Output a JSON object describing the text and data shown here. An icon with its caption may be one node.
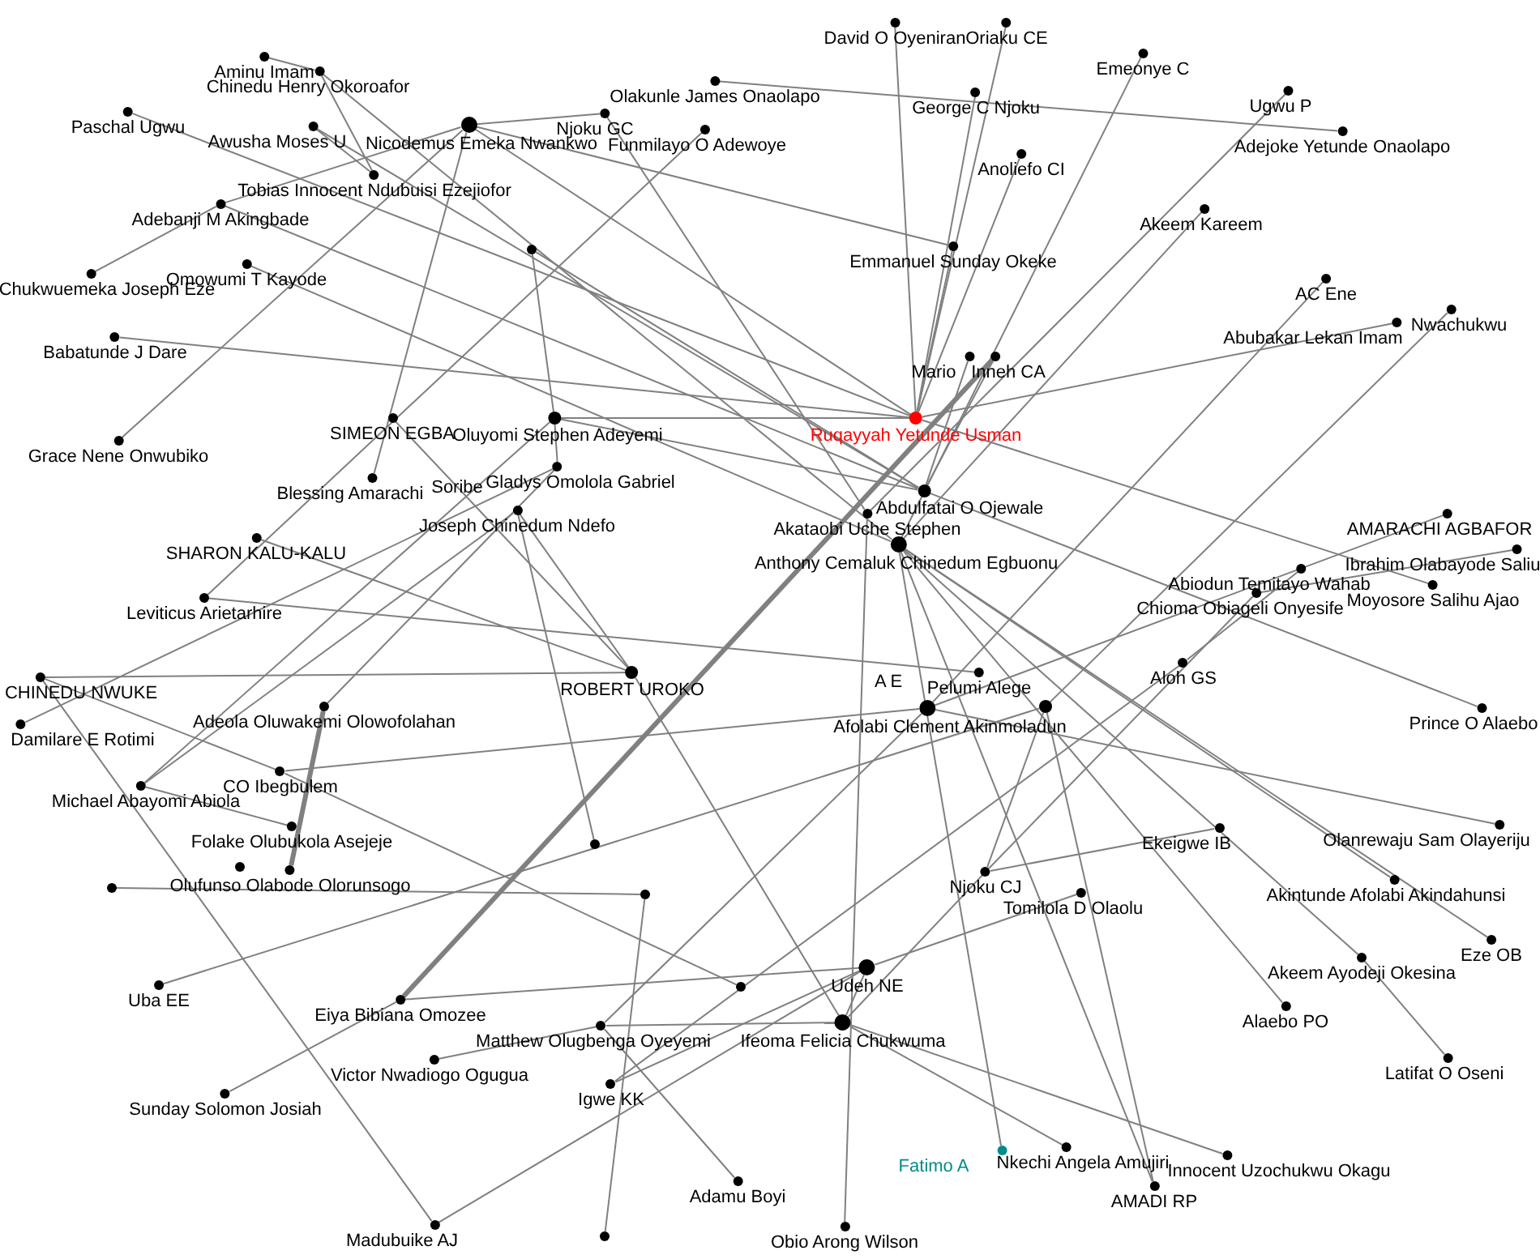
{
  "diagram": {
    "nodes": [
      {
        "text": [
          "Aminu Imam"
        ]
      },
      {
        "text": [
          "Chinedu Henry Okoroafor"
        ]
      },
      {
        "text": [
          "Paschal Ugwu"
        ]
      },
      {
        "text": [
          "Awusha Moses U"
        ]
      },
      {
        "text": [
          "Nicodemus Emeka Nwankwo"
        ]
      },
      {
        "text": [
          "Tobias Innocent Ndubuisi Ezejiofor"
        ]
      },
      {
        "text": [
          "Adebanji M Akingbade"
        ]
      },
      {
        "text": [
          "Chukwuemeka Joseph Eze"
        ]
      },
      {
        "text": [
          "Omowumi T Kayode"
        ]
      },
      {
        "text": [
          "Babatunde J Dare"
        ]
      },
      {
        "text": [
          "Grace Nene Onwubiko"
        ]
      },
      {
        "text": [
          "SIMEON EGBA"
        ]
      },
      {
        "text": [
          "Oluyomi Stephen Adeyemi"
        ]
      },
      {
        "text": [
          "Blessing Amarachi"
        ]
      },
      {
        "text": [
          "Soribe"
        ]
      },
      {
        "text": [
          "Gladys Omolola Gabriel"
        ]
      },
      {
        "text": [
          "Joseph Chinedum Ndefo"
        ]
      },
      {
        "text": [
          "SHARON KALU-KALU"
        ]
      },
      {
        "text": [
          "Leviticus Arietarhire"
        ]
      },
      {
        "text": [
          "CHINEDU NWUKE"
        ]
      },
      {
        "text": [
          "Damilare E Rotimi"
        ]
      },
      {
        "text": [
          "Adeola Oluwakemi Olowofolahan"
        ]
      },
      {
        "text": [
          "CO Ibegbulem"
        ]
      },
      {
        "text": [
          "Michael Abayomi Abiola"
        ]
      },
      {
        "text": [
          "Folake Olubukola Asejeje"
        ]
      },
      {
        "text": [],
        "shape": "circle"
      },
      {
        "text": [
          "Olufunso Olabode Olorunsogo"
        ]
      },
      {
        "text": [],
        "shape": "circle"
      },
      {
        "text": [
          "Uba EE"
        ]
      },
      {
        "text": [
          "Eiya Bibiana Omozee"
        ]
      },
      {
        "text": [
          "Sunday Solomon Josiah"
        ]
      },
      {
        "text": [
          "Victor Nwadiogo Ogugua"
        ]
      },
      {
        "text": [
          "Madubuike AJ"
        ]
      },
      {
        "text": [
          "Matthew Olugbenga Oyeyemi"
        ]
      },
      {
        "text": [
          "Igwe KK"
        ]
      },
      {
        "text": [
          "Adamu Boyi"
        ]
      },
      {
        "text": [],
        "shape": "circle"
      },
      {
        "text": [
          "Obio Arong Wilson"
        ]
      },
      {
        "text": [
          "Ifeoma Felicia Chukwuma"
        ]
      },
      {
        "text": [
          "Udeh NE"
        ]
      },
      {
        "text": [
          "ROBERT UROKO"
        ]
      },
      {
        "text": [],
        "shape": "circle"
      },
      {
        "text": [],
        "shape": "circle"
      },
      {
        "text": [],
        "shape": "circle"
      },
      {
        "text": [
          "A E"
        ]
      },
      {
        "text": [
          "Pelumi Alege"
        ]
      },
      {
        "text": [
          "Afolabi Clement Akinmoladun"
        ]
      },
      {
        "text": [],
        "shape": "circle"
      },
      {
        "text": [
          "Aloh GS"
        ]
      },
      {
        "text": [
          "Prince O Alaebo"
        ]
      },
      {
        "text": [
          "Olanrewaju Sam Olayeriju"
        ]
      },
      {
        "text": [
          "Ekeigwe IB"
        ]
      },
      {
        "text": [
          "Akintunde Afolabi Akindahunsi"
        ]
      },
      {
        "text": [
          "Eze OB"
        ]
      },
      {
        "text": [
          "Njoku CJ"
        ]
      },
      {
        "text": [
          "Tomilola D Olaolu"
        ]
      },
      {
        "text": [
          "Akeem Ayodeji Okesina"
        ]
      },
      {
        "text": [
          "Alaebo PO"
        ]
      },
      {
        "text": [
          "Latifat O Oseni"
        ]
      },
      {
        "text": [
          "Fatimo A"
        ]
      },
      {
        "text": [
          "Nkechi Angela Amujiri"
        ]
      },
      {
        "text": [
          "Innocent Uzochukwu Okagu"
        ]
      },
      {
        "text": [
          "AMADI RP"
        ]
      },
      {
        "text": [
          "Anthony Cemaluk Chinedum Egbuonu"
        ]
      },
      {
        "text": [
          "Akataobi Uche Stephen"
        ]
      },
      {
        "text": [
          "Abdulfatai O Ojewale"
        ]
      },
      {
        "text": [
          "Ruqayyah Yetunde Usman"
        ]
      },
      {
        "text": [
          "Mario"
        ]
      },
      {
        "text": [
          "Inneh CA"
        ]
      },
      {
        "text": [
          "Emmanuel Sunday Okeke"
        ]
      },
      {
        "text": [
          "Anoliefo CI"
        ]
      },
      {
        "text": [
          "George C Njoku"
        ]
      },
      {
        "text": [
          "David O Oyeniran"
        ]
      },
      {
        "text": [
          "Oriaku CE"
        ]
      },
      {
        "text": [
          "Olakunle James Onaolapo"
        ]
      },
      {
        "text": [
          "Njoku GC"
        ]
      },
      {
        "text": [
          "Funmilayo O Adewoye"
        ]
      },
      {
        "text": [],
        "shape": "circle"
      },
      {
        "text": [
          "Emeonye C"
        ]
      },
      {
        "text": [
          "Ugwu P"
        ]
      },
      {
        "text": [
          "Adejoke Yetunde Onaolapo"
        ]
      },
      {
        "text": [
          "Akeem Kareem"
        ]
      },
      {
        "text": [
          "AC Ene"
        ]
      },
      {
        "text": [
          "Nwachukwu"
        ]
      },
      {
        "text": [
          "Abubakar Lekan Imam"
        ]
      },
      {
        "text": [
          "AMARACHI AGBAFOR"
        ]
      },
      {
        "text": [
          "Ibrahim Olabayode Saliu"
        ]
      },
      {
        "text": [
          "Moyosore Salihu Ajao"
        ]
      },
      {
        "text": [
          "Abiodun Temitayo Wahab"
        ]
      },
      {
        "text": [
          "Chioma Obiageli Onyesife"
        ]
      }
    ],
    "edges": [
      {
        "from": 0,
        "to": 1,
        "arrow": "none"
      },
      {
        "from": 1,
        "to": 5,
        "arrow": "none"
      },
      {
        "from": 1,
        "to": 63,
        "arrow": "none"
      },
      {
        "from": 2,
        "to": 66,
        "arrow": "none"
      },
      {
        "from": 3,
        "to": 5,
        "arrow": "none"
      },
      {
        "from": 3,
        "to": 65,
        "arrow": "none"
      },
      {
        "from": 4,
        "to": 6,
        "arrow": "none"
      },
      {
        "from": 4,
        "to": 13,
        "arrow": "none"
      },
      {
        "from": 4,
        "to": 10,
        "arrow": "none"
      },
      {
        "from": 4,
        "to": 75,
        "arrow": "none"
      },
      {
        "from": 4,
        "to": 66,
        "arrow": "none"
      },
      {
        "from": 4,
        "to": 69,
        "arrow": "none"
      },
      {
        "from": 6,
        "to": 7,
        "arrow": "none"
      },
      {
        "from": 6,
        "to": 65,
        "arrow": "none"
      },
      {
        "from": 8,
        "to": 63,
        "arrow": "none"
      },
      {
        "from": 9,
        "to": 66,
        "arrow": "none"
      },
      {
        "from": 74,
        "to": 80,
        "arrow": "none"
      },
      {
        "from": 75,
        "to": 64,
        "arrow": "none"
      },
      {
        "from": 76,
        "to": 18,
        "arrow": "none"
      },
      {
        "from": 25,
        "to": 12,
        "arrow": "none"
      },
      {
        "from": 25,
        "to": 65,
        "arrow": "none"
      },
      {
        "from": 11,
        "to": 40,
        "arrow": "none"
      },
      {
        "from": 12,
        "to": 66,
        "arrow": "none"
      },
      {
        "from": 12,
        "to": 65,
        "arrow": "none"
      },
      {
        "from": 15,
        "to": 12,
        "arrow": "none"
      },
      {
        "from": 15,
        "to": 21,
        "arrow": "none"
      },
      {
        "from": 16,
        "to": 40,
        "arrow": "none"
      },
      {
        "from": 16,
        "to": 23,
        "arrow": "none"
      },
      {
        "from": 17,
        "to": 40,
        "arrow": "none"
      },
      {
        "from": 18,
        "to": 45,
        "arrow": "none"
      },
      {
        "from": 20,
        "to": 15,
        "arrow": "none"
      },
      {
        "from": 19,
        "to": 40,
        "arrow": "none"
      },
      {
        "from": 19,
        "to": 22,
        "arrow": "none"
      },
      {
        "from": 19,
        "to": 32,
        "arrow": "none"
      },
      {
        "from": 21,
        "to": 26,
        "arrow": "none",
        "style": "thick"
      },
      {
        "from": 22,
        "to": 47,
        "arrow": "none"
      },
      {
        "from": 22,
        "to": 46,
        "arrow": "none"
      },
      {
        "from": 23,
        "to": 24,
        "arrow": "none"
      },
      {
        "from": 23,
        "to": 12,
        "arrow": "none"
      },
      {
        "from": 42,
        "to": 43,
        "arrow": "none"
      },
      {
        "from": 28,
        "to": 27,
        "arrow": "none"
      },
      {
        "from": 29,
        "to": 30,
        "arrow": "none"
      },
      {
        "from": 29,
        "to": 39,
        "arrow": "none"
      },
      {
        "from": 29,
        "to": 68,
        "arrow": "none",
        "style": "thick"
      },
      {
        "from": 31,
        "to": 33,
        "arrow": "none"
      },
      {
        "from": 33,
        "to": 38,
        "arrow": "none"
      },
      {
        "from": 33,
        "to": 35,
        "arrow": "none"
      },
      {
        "from": 33,
        "to": 46,
        "arrow": "none"
      },
      {
        "from": 34,
        "to": 39,
        "arrow": "none"
      },
      {
        "from": 34,
        "to": 48,
        "arrow": "none"
      },
      {
        "from": 77,
        "to": 43,
        "arrow": "none"
      },
      {
        "from": 37,
        "to": 64,
        "arrow": "none"
      },
      {
        "from": 38,
        "to": 39,
        "arrow": "none"
      },
      {
        "from": 38,
        "to": 40,
        "arrow": "none"
      },
      {
        "from": 38,
        "to": 61,
        "arrow": "none"
      },
      {
        "from": 38,
        "to": 60,
        "arrow": "none"
      },
      {
        "from": 38,
        "to": 54,
        "arrow": "none"
      },
      {
        "from": 39,
        "to": 55,
        "arrow": "none"
      },
      {
        "from": 39,
        "to": 32,
        "arrow": "none"
      },
      {
        "from": 36,
        "to": 16,
        "arrow": "none"
      },
      {
        "from": 46,
        "to": 50,
        "arrow": "none"
      },
      {
        "from": 27,
        "to": 62,
        "arrow": "none"
      },
      {
        "from": 27,
        "to": 54,
        "arrow": "none"
      },
      {
        "from": 48,
        "to": 88,
        "arrow": "none"
      },
      {
        "from": 49,
        "to": 65,
        "arrow": "none"
      },
      {
        "from": 51,
        "to": 54,
        "arrow": "none"
      },
      {
        "from": 52,
        "to": 63,
        "arrow": "none"
      },
      {
        "from": 53,
        "to": 63,
        "arrow": "none"
      },
      {
        "from": 56,
        "to": 63,
        "arrow": "none"
      },
      {
        "from": 56,
        "to": 58,
        "arrow": "none"
      },
      {
        "from": 57,
        "to": 63,
        "arrow": "none"
      },
      {
        "from": 59,
        "to": 63,
        "arrow": "none"
      },
      {
        "from": 62,
        "to": 63,
        "arrow": "none"
      },
      {
        "from": 66,
        "to": 87,
        "arrow": "none"
      },
      {
        "from": 66,
        "to": 84,
        "arrow": "none"
      },
      {
        "from": 66,
        "to": 72,
        "arrow": "none"
      },
      {
        "from": 66,
        "to": 73,
        "arrow": "none"
      },
      {
        "from": 66,
        "to": 71,
        "arrow": "none"
      },
      {
        "from": 66,
        "to": 69,
        "arrow": "none"
      },
      {
        "from": 66,
        "to": 70,
        "arrow": "none"
      },
      {
        "from": 78,
        "to": 63,
        "arrow": "none"
      },
      {
        "from": 79,
        "to": 64,
        "arrow": "none"
      },
      {
        "from": 81,
        "to": 63,
        "arrow": "none"
      },
      {
        "from": 82,
        "to": 46,
        "arrow": "none"
      },
      {
        "from": 83,
        "to": 27,
        "arrow": "none"
      },
      {
        "from": 85,
        "to": 46,
        "arrow": "none"
      },
      {
        "from": 86,
        "to": 89,
        "arrow": "none"
      },
      {
        "from": 89,
        "to": 54,
        "arrow": "none"
      },
      {
        "from": 68,
        "to": 65,
        "arrow": "none"
      },
      {
        "from": 67,
        "to": 65,
        "arrow": "none"
      }
    ]
  }
}
